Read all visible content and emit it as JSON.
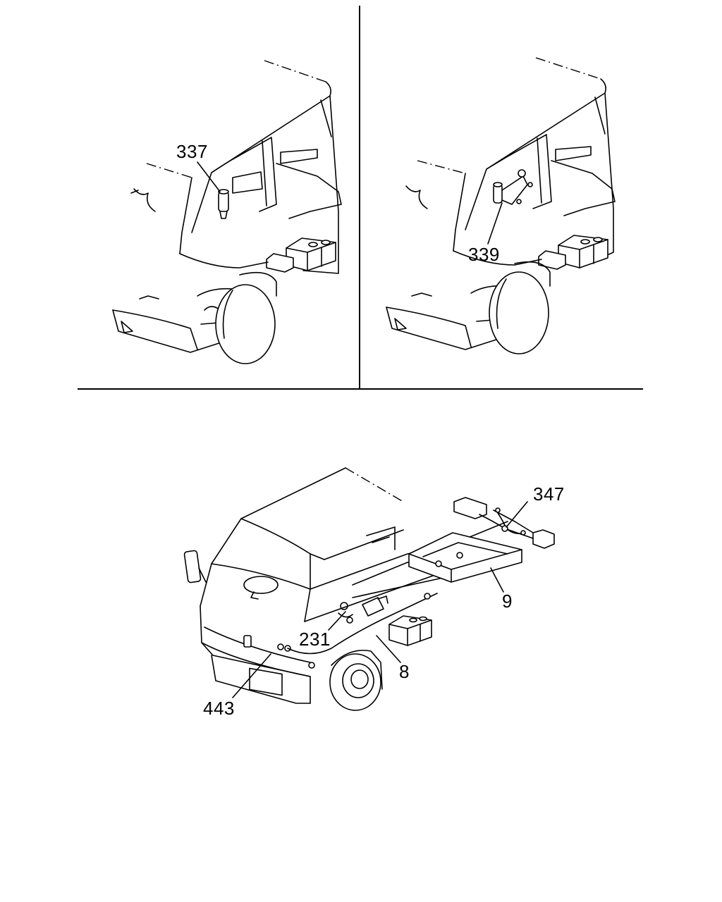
{
  "diagram": {
    "callouts": {
      "top_left": "337",
      "top_right": "339",
      "bottom_347": "347",
      "bottom_9": "9",
      "bottom_231": "231",
      "bottom_8": "8",
      "bottom_443": "443"
    }
  }
}
